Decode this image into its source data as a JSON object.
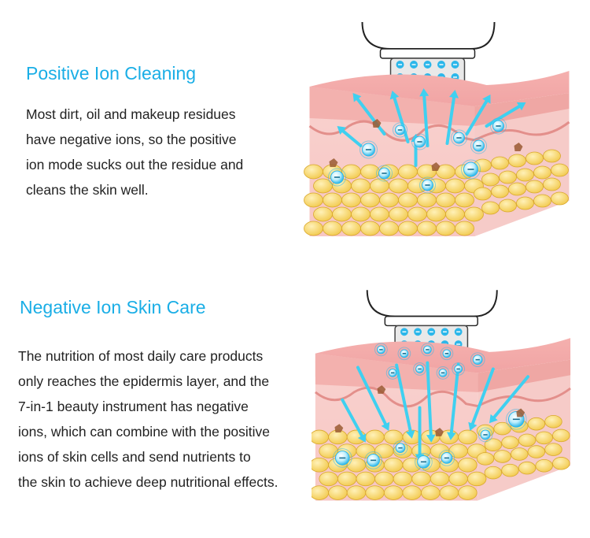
{
  "sections": [
    {
      "title": "Positive Ion Cleaning",
      "text_lines": [
        "Most dirt, oil and makeup residues",
        "have negative ions, so the positive",
        "ion mode sucks out the residue and",
        "cleans the skin well."
      ],
      "ion_symbol": "-",
      "arrow_direction": "up"
    },
    {
      "title": "Negative Ion Skin Care",
      "text_lines": [
        "The nutrition of most daily care products",
        "only reaches the epidermis layer, and the",
        "7-in-1 beauty instrument has negative",
        "ions, which can combine with the positive",
        "ions of skin cells and send nutrients to",
        "the skin to achieve deep nutritional effects."
      ],
      "ion_symbol": "-",
      "arrow_direction": "down"
    }
  ],
  "colors": {
    "heading": "#1aaee6",
    "text": "#222222",
    "ion": "#2cb7ea",
    "arrow": "#3fd0f0",
    "skin_top": "#f0a3a3",
    "skin_mid": "#f7c6c3",
    "fat": "#f2c94c"
  },
  "icons": {
    "device": "beauty-device-head",
    "ion": "negative-ion-bubble"
  }
}
